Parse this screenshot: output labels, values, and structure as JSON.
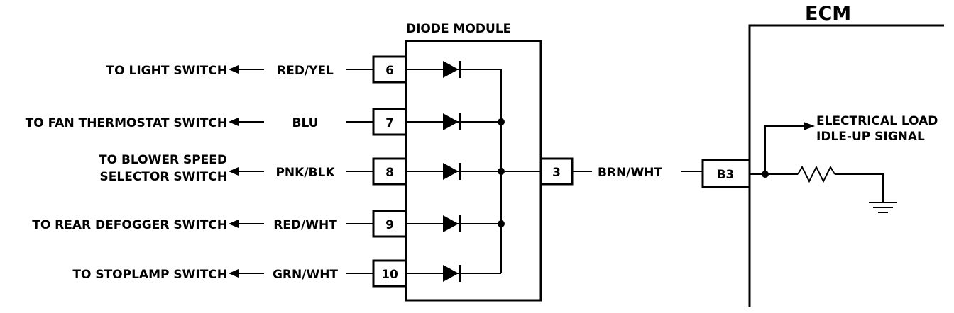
{
  "module_title": "DIODE MODULE",
  "ecm_title": "ECM",
  "inputs": [
    {
      "destination": [
        "TO LIGHT SWITCH"
      ],
      "wire": "RED/YEL",
      "pin": "6"
    },
    {
      "destination": [
        "TO FAN THERMOSTAT SWITCH"
      ],
      "wire": "BLU",
      "pin": "7"
    },
    {
      "destination": [
        "TO BLOWER SPEED",
        "SELECTOR SWITCH"
      ],
      "wire": "PNK/BLK",
      "pin": "8"
    },
    {
      "destination": [
        "TO REAR DEFOGGER SWITCH"
      ],
      "wire": "RED/WHT",
      "pin": "9"
    },
    {
      "destination": [
        "TO STOPLAMP SWITCH"
      ],
      "wire": "GRN/WHT",
      "pin": "10"
    }
  ],
  "output": {
    "pin": "3",
    "wire": "BRN/WHT",
    "ecm_pin": "B3"
  },
  "signal_label": [
    "ELECTRICAL LOAD",
    "IDLE-UP SIGNAL"
  ]
}
